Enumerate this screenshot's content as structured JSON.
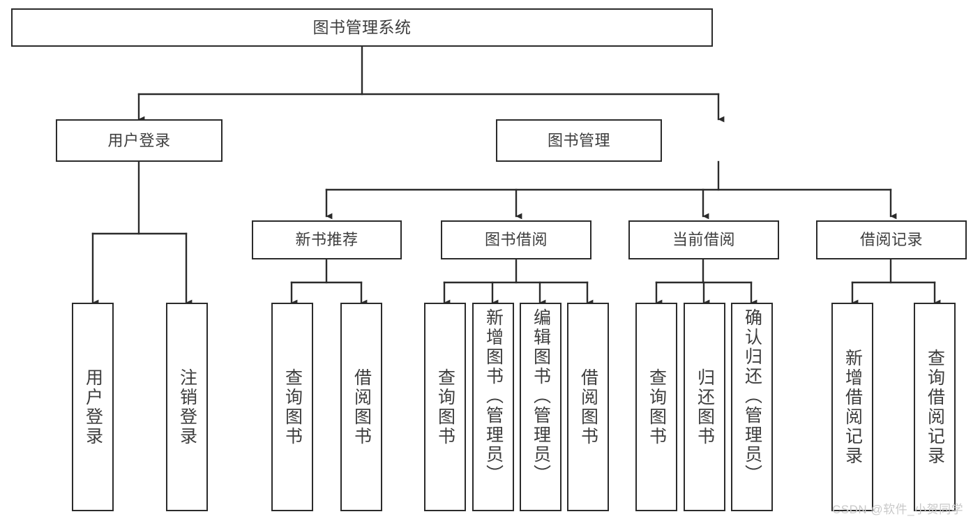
{
  "diagram": {
    "title": "图书管理系统",
    "type": "tree-structure-chart",
    "stroke_color": "#2b2b2b",
    "text_color": "#3d3d3d",
    "background_color": "#ffffff",
    "nodes": {
      "root": {
        "label": "图书管理系统",
        "level": 0
      },
      "user_login": {
        "label": "用户登录",
        "level": 1
      },
      "book_manage": {
        "label": "图书管理",
        "level": 1
      },
      "new_book_rec": {
        "label": "新书推荐",
        "level": 2
      },
      "book_borrow": {
        "label": "图书借阅",
        "level": 2
      },
      "current_borrow": {
        "label": "当前借阅",
        "level": 2
      },
      "borrow_record": {
        "label": "借阅记录",
        "level": 2
      },
      "leaf_1": {
        "label": "用户登录",
        "level": 3
      },
      "leaf_2": {
        "label": "注销登录",
        "level": 3
      },
      "leaf_3": {
        "label": "查询图书",
        "level": 3
      },
      "leaf_4": {
        "label": "借阅图书",
        "level": 3
      },
      "leaf_5": {
        "label": "查询图书",
        "level": 3
      },
      "leaf_6": {
        "label": "新增图书（管理员）",
        "level": 3
      },
      "leaf_7": {
        "label": "编辑图书（管理员）",
        "level": 3
      },
      "leaf_8": {
        "label": "借阅图书",
        "level": 3
      },
      "leaf_9": {
        "label": "查询图书",
        "level": 3
      },
      "leaf_10": {
        "label": "归还图书",
        "level": 3
      },
      "leaf_11": {
        "label": "确认归还（管理员）",
        "level": 3
      },
      "leaf_12": {
        "label": "新增借阅记录",
        "level": 3
      },
      "leaf_13": {
        "label": "查询借阅记录",
        "level": 3
      }
    },
    "edges": [
      {
        "from": "root",
        "to": "user_login"
      },
      {
        "from": "root",
        "to": "book_manage"
      },
      {
        "from": "user_login",
        "to": "leaf_1"
      },
      {
        "from": "user_login",
        "to": "leaf_2"
      },
      {
        "from": "book_manage",
        "to": "new_book_rec"
      },
      {
        "from": "book_manage",
        "to": "book_borrow"
      },
      {
        "from": "book_manage",
        "to": "current_borrow"
      },
      {
        "from": "book_manage",
        "to": "borrow_record"
      },
      {
        "from": "new_book_rec",
        "to": "leaf_3"
      },
      {
        "from": "new_book_rec",
        "to": "leaf_4"
      },
      {
        "from": "book_borrow",
        "to": "leaf_5"
      },
      {
        "from": "book_borrow",
        "to": "leaf_6"
      },
      {
        "from": "book_borrow",
        "to": "leaf_7"
      },
      {
        "from": "book_borrow",
        "to": "leaf_8"
      },
      {
        "from": "current_borrow",
        "to": "leaf_9"
      },
      {
        "from": "current_borrow",
        "to": "leaf_10"
      },
      {
        "from": "current_borrow",
        "to": "leaf_11"
      },
      {
        "from": "borrow_record",
        "to": "leaf_12"
      },
      {
        "from": "borrow_record",
        "to": "leaf_13"
      }
    ]
  },
  "watermark": {
    "text": "CSDN @软件_小贺同学",
    "color": "#c9c9c9"
  }
}
